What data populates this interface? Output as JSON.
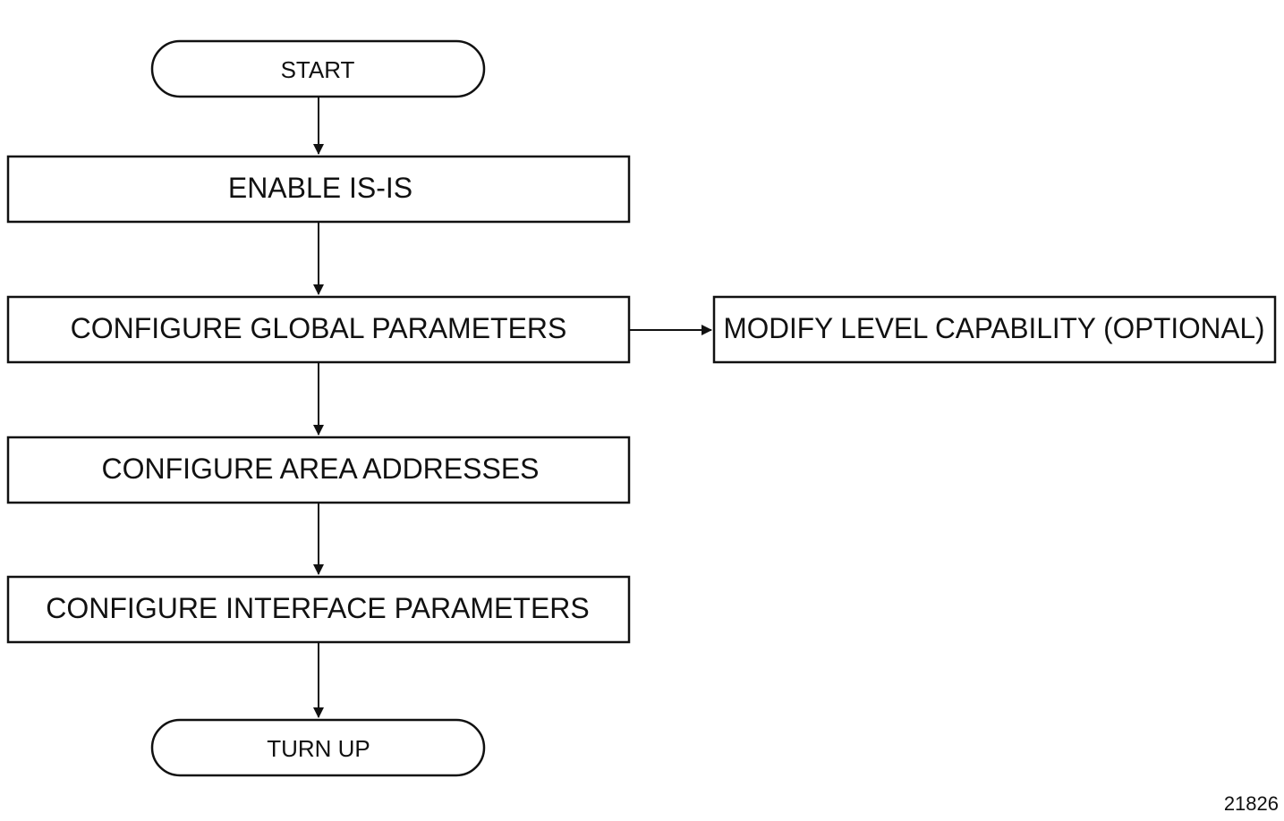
{
  "nodes": {
    "start": "START",
    "enable": "ENABLE IS-IS",
    "global": "CONFIGURE GLOBAL PARAMETERS",
    "level": "MODIFY LEVEL CAPABILITY (OPTIONAL)",
    "area": "CONFIGURE AREA ADDRESSES",
    "interface": "CONFIGURE INTERFACE PARAMETERS",
    "turnup": "TURN UP"
  },
  "figure_id": "21826",
  "colors": {
    "stroke": "#111111",
    "background": "#ffffff"
  }
}
